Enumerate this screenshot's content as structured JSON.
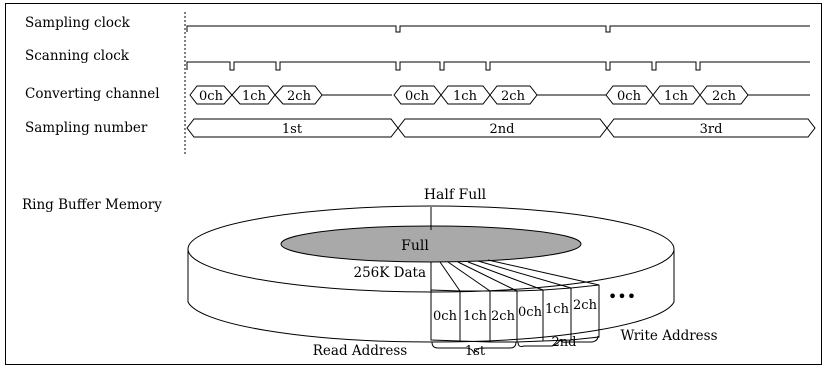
{
  "timing": {
    "sampling_clock": "Sampling clock",
    "scanning_clock": "Scanning clock",
    "converting_channel": "Converting channel",
    "sampling_number": "Sampling number",
    "channels": [
      "0ch",
      "1ch",
      "2ch"
    ],
    "sample_labels": [
      "1st",
      "2nd",
      "3rd"
    ]
  },
  "buffer": {
    "title": "Ring Buffer Memory",
    "half_full": "Half Full",
    "full": "Full",
    "data_size": "256K Data",
    "cells": [
      "0ch",
      "1ch",
      "2ch",
      "0ch",
      "1ch",
      "2ch"
    ],
    "ellipsis": "•••",
    "group_labels": [
      "1st",
      "2nd"
    ],
    "read_address": "Read Address",
    "write_address": "Write Address"
  }
}
